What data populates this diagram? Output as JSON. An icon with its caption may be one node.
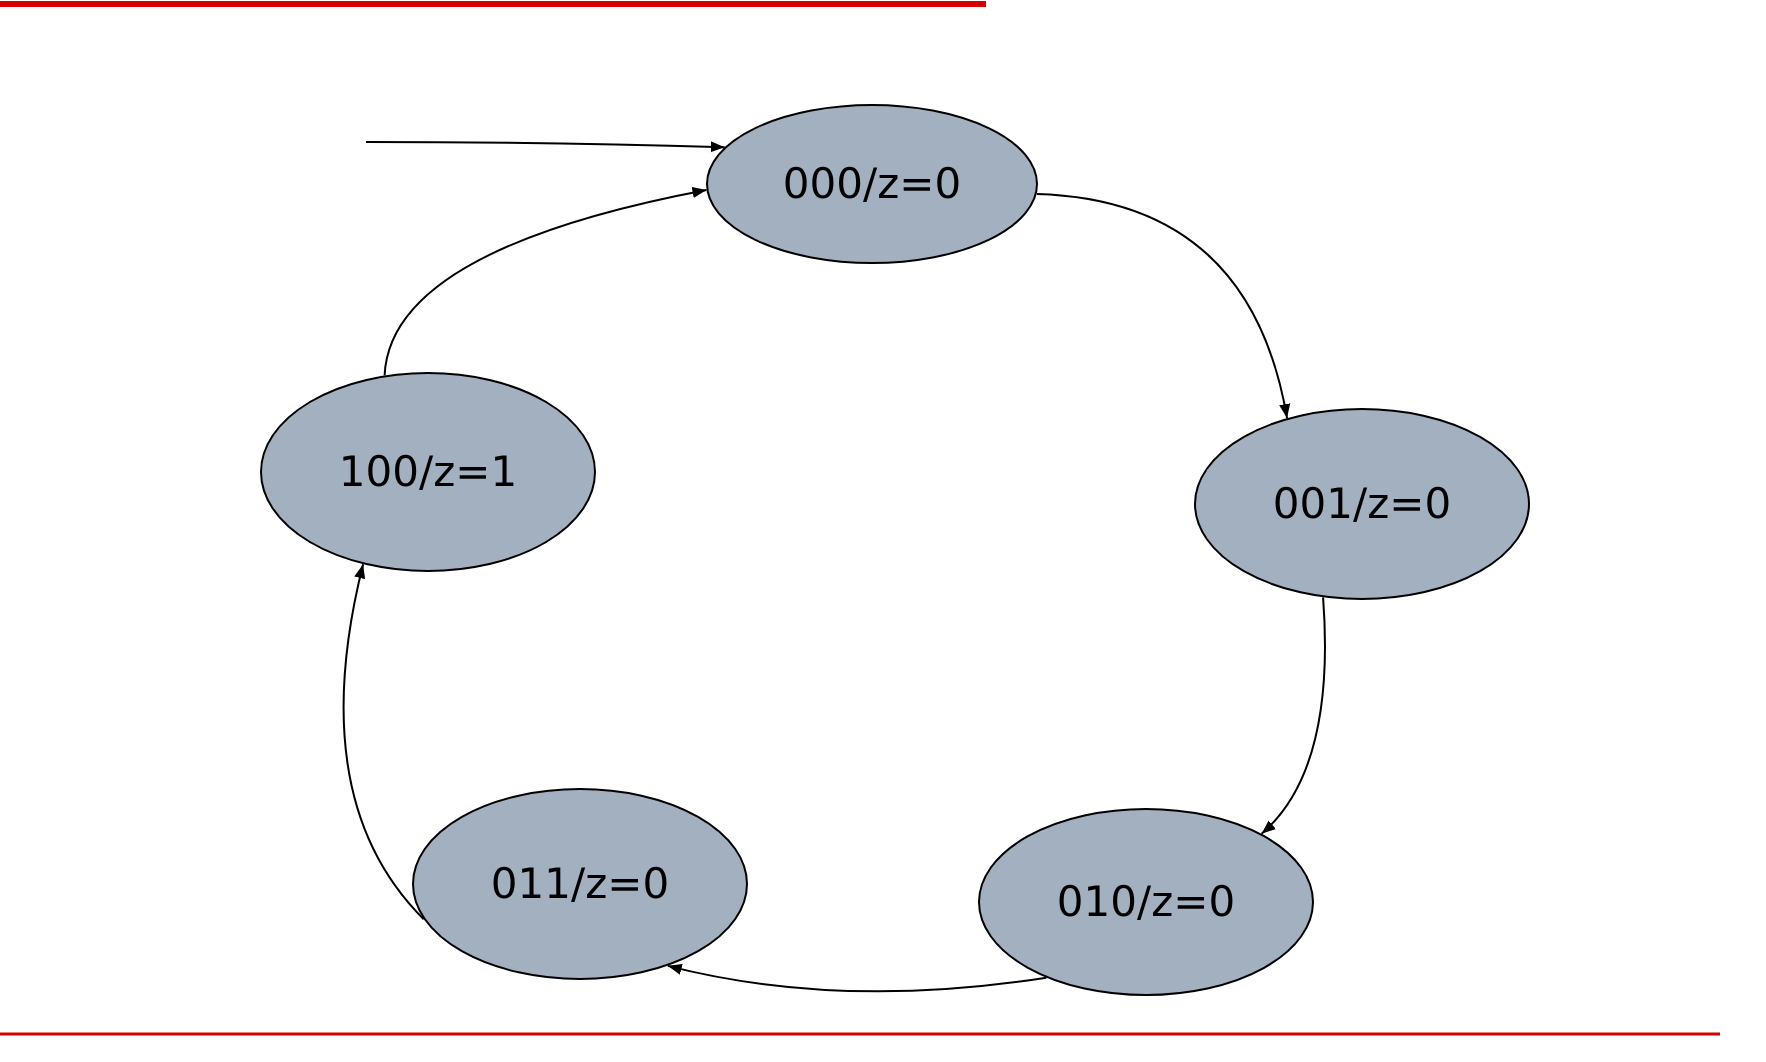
{
  "diagram": {
    "nodes": [
      {
        "text": [
          "000/z=0"
        ]
      },
      {
        "text": [
          "001/z=0"
        ]
      },
      {
        "text": [
          "010/z=0"
        ]
      },
      {
        "text": [
          "011/z=0"
        ]
      },
      {
        "text": [
          "100/z=1"
        ]
      }
    ],
    "edges": [
      {
        "from": null,
        "to": 0,
        "arrow": "to"
      },
      {
        "from": 0,
        "to": 1,
        "arrow": "to"
      },
      {
        "from": 1,
        "to": 2,
        "arrow": "to"
      },
      {
        "from": 2,
        "to": 3,
        "arrow": "to"
      },
      {
        "from": 3,
        "to": 4,
        "arrow": "to"
      },
      {
        "from": 4,
        "to": 0,
        "arrow": "to"
      }
    ]
  }
}
